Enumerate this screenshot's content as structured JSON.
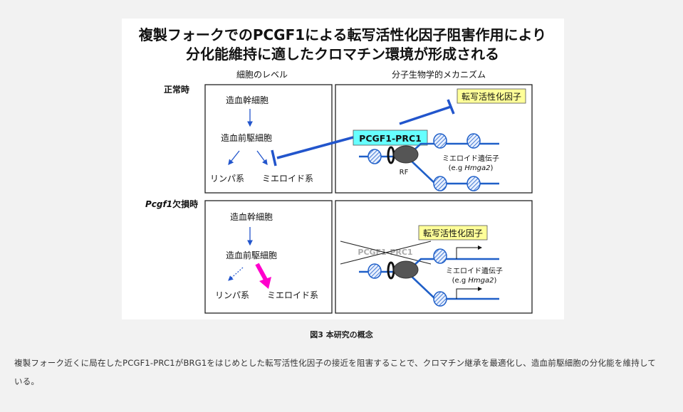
{
  "figure": {
    "title_line1": "複製フォークでのPCGF1による転写活性化因子阻害作用により",
    "title_line2": "分化能維持に適したクロマチン環境が形成される",
    "col_cell_level": "細胞のレベル",
    "col_molecular": "分子生物学的メカニズム",
    "row_normal": "正常時",
    "row_mutant_italic": "Pcgf1",
    "row_mutant_rest": "欠損時",
    "top_left": {
      "hsc": "造血幹細胞",
      "progenitor": "造血前駆細胞",
      "lymph": "リンパ系",
      "myeloid": "ミエロイド系"
    },
    "top_right": {
      "activator": "転写活性化因子",
      "pcgf1": "PCGF1-PRC1",
      "rf": "RF",
      "gene": "ミエロイド遺伝子",
      "eg_prefix": "(e.g ",
      "eg_italic": "Hmga2",
      "eg_suffix": ")"
    },
    "bottom_left": {
      "hsc": "造血幹細胞",
      "progenitor": "造血前駆細胞",
      "lymph": "リンパ系",
      "myeloid": "ミエロイド系"
    },
    "bottom_right": {
      "activator": "転写活性化因子",
      "pcgf1_crossed": "PCGF1-PRC1",
      "gene": "ミエロイド遺伝子",
      "eg_prefix": "(e.g ",
      "eg_italic": "Hmga2",
      "eg_suffix": ")"
    },
    "colors": {
      "blue": "#2255cc",
      "dna_blue": "#1f5fc8",
      "magenta": "#ff00cc",
      "activator_bg": "#ffff99",
      "pcgf1_bg": "#66ffff"
    }
  },
  "caption": "図3 本研究の概念",
  "description": "複製フォーク近くに局在したPCGF1-PRC1がBRG1をはじめとした転写活性化因子の接近を阻害することで、クロマチン継承を最適化し、造血前駆細胞の分化能を維持している。"
}
